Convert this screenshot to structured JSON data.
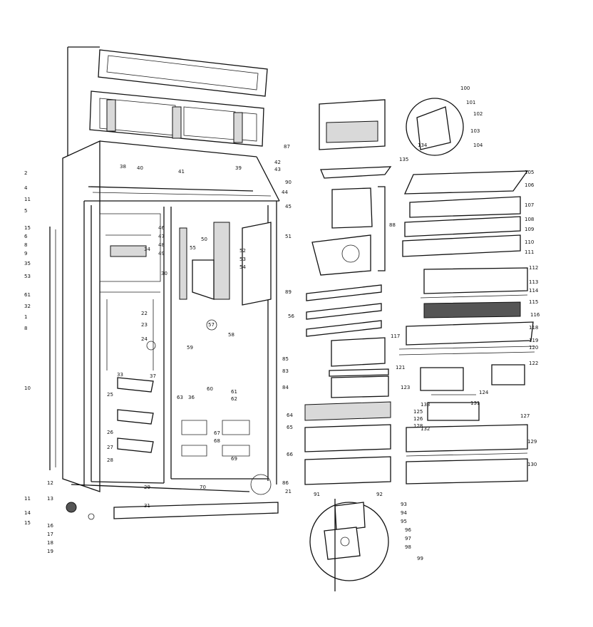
{
  "diagram": {
    "callouts": [
      "2",
      "4",
      "11",
      "5",
      "15",
      "6",
      "8",
      "9",
      "35",
      "53",
      "61",
      "32",
      "1",
      "8",
      "10",
      "11",
      "12",
      "13",
      "14",
      "15",
      "16",
      "17",
      "18",
      "19",
      "38",
      "40",
      "41",
      "39",
      "42",
      "43",
      "44",
      "45",
      "46",
      "47",
      "48",
      "49",
      "50",
      "51",
      "52",
      "53",
      "54",
      "55",
      "56",
      "57",
      "58",
      "59",
      "60",
      "61",
      "62",
      "63",
      "64",
      "65",
      "66",
      "67",
      "68",
      "69",
      "70",
      "21",
      "22",
      "23",
      "24",
      "25",
      "26",
      "27",
      "28",
      "29",
      "30",
      "31",
      "33",
      "34",
      "36",
      "37",
      "83",
      "84",
      "85",
      "86",
      "87",
      "88",
      "89",
      "90",
      "91",
      "92",
      "93",
      "94",
      "95",
      "96",
      "97",
      "98",
      "99",
      "100",
      "101",
      "102",
      "103",
      "104",
      "105",
      "106",
      "107",
      "108",
      "109",
      "110",
      "111",
      "112",
      "113",
      "114",
      "115",
      "116",
      "117",
      "118",
      "119",
      "120",
      "121",
      "122",
      "123",
      "124",
      "125",
      "126",
      "127",
      "128",
      "129",
      "130",
      "131",
      "132",
      "133",
      "134",
      "135"
    ]
  }
}
